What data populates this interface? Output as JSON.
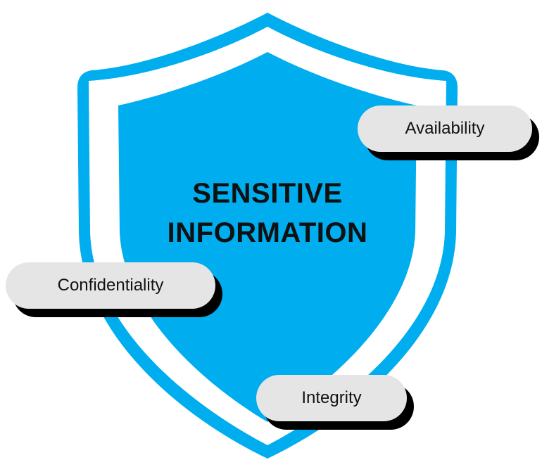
{
  "diagram": {
    "title_line1": "SENSITIVE",
    "title_line2": "INFORMATION",
    "labels": {
      "availability": "Availability",
      "confidentiality": "Confidentiality",
      "integrity": "Integrity"
    },
    "colors": {
      "shield_blue": "#00adef",
      "pill_fill": "#e5e5e5",
      "pill_shadow": "#000000",
      "text": "#111111",
      "background": "#ffffff"
    },
    "icon": "shield-icon"
  }
}
